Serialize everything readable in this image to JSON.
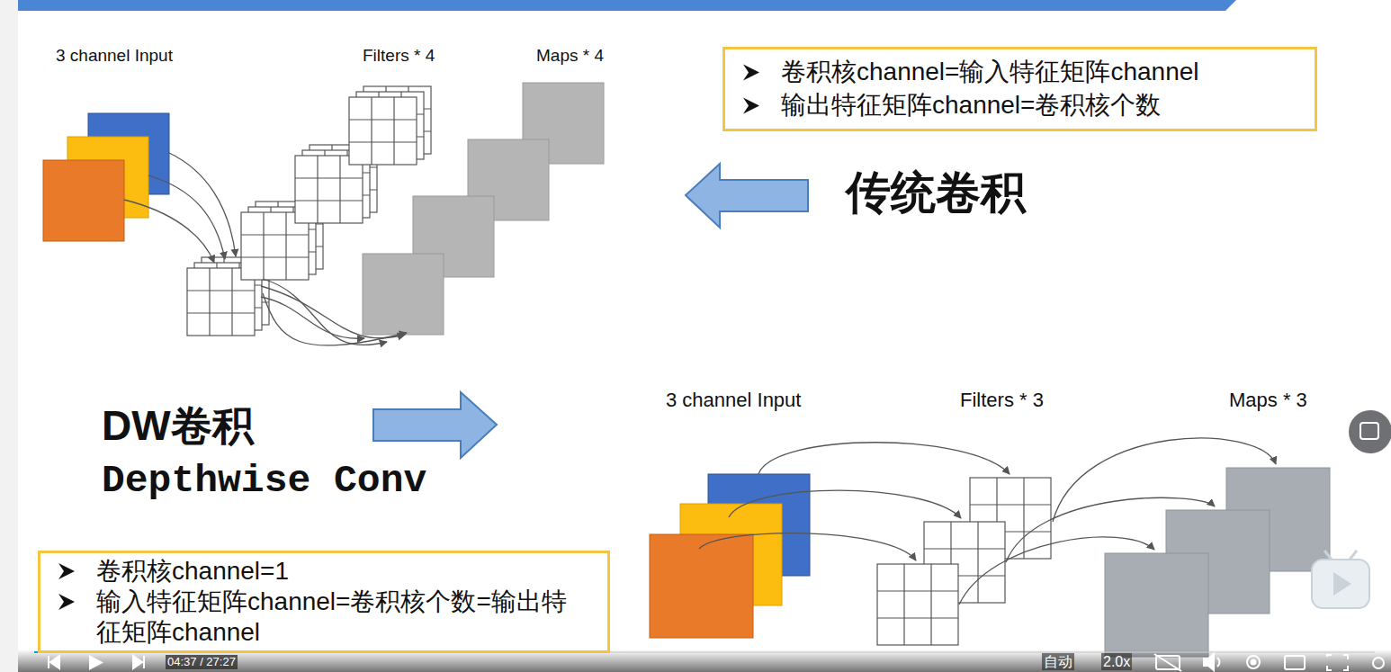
{
  "diagram": {
    "nodes": [
      {
        "text": [
          "卷积核channel=输入特征矩阵channel",
          "输出特征矩阵channel=卷积核个数"
        ]
      },
      {
        "text": [
          "卷积核channel=1",
          "输入特征矩阵channel=卷积核个数=输出特 征矩阵channel"
        ]
      }
    ],
    "edges": [],
    "labels": [
      "3 channel Input",
      "Filters * 4",
      "Maps * 4",
      "传统卷积",
      "DW卷积",
      "Depthwise Conv",
      "3 channel Input",
      "Filters * 3",
      "Maps * 3",
      "04:37 / 27:27",
      "自动",
      "2.0x"
    ]
  }
}
